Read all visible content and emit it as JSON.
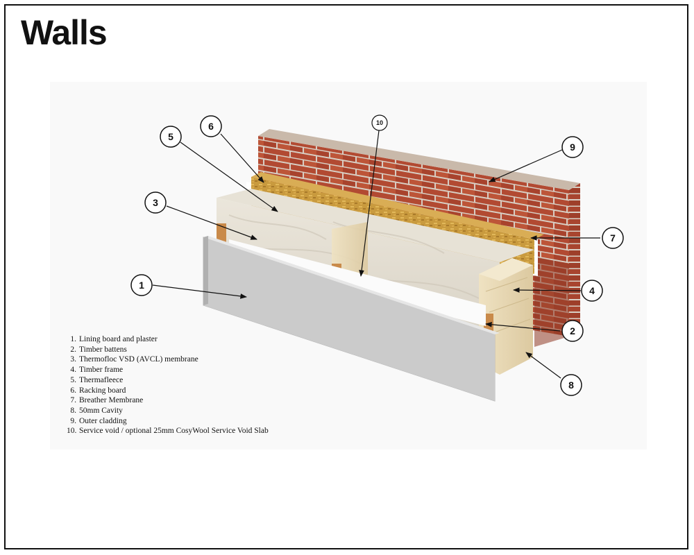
{
  "title": "Walls",
  "legend": [
    {
      "num": "1.",
      "text": "Lining board and plaster"
    },
    {
      "num": "2.",
      "text": "Timber battens"
    },
    {
      "num": "3.",
      "text": "Thermofloc VSD (AVCL) membrane"
    },
    {
      "num": "4.",
      "text": "Timber frame"
    },
    {
      "num": "5.",
      "text": "Thermafleece"
    },
    {
      "num": "6.",
      "text": "Racking board"
    },
    {
      "num": "7.",
      "text": "Breather Membrane"
    },
    {
      "num": "8.",
      "text": "50mm Cavity"
    },
    {
      "num": "9.",
      "text": "Outer cladding"
    },
    {
      "num": "10.",
      "text": "Service void / optional 25mm CosyWool Service Void Slab"
    }
  ],
  "callouts": {
    "c1": "1",
    "c2": "2",
    "c3": "3",
    "c4": "4",
    "c5": "5",
    "c6": "6",
    "c7": "7",
    "c8": "8",
    "c9": "9",
    "c10": "10"
  }
}
